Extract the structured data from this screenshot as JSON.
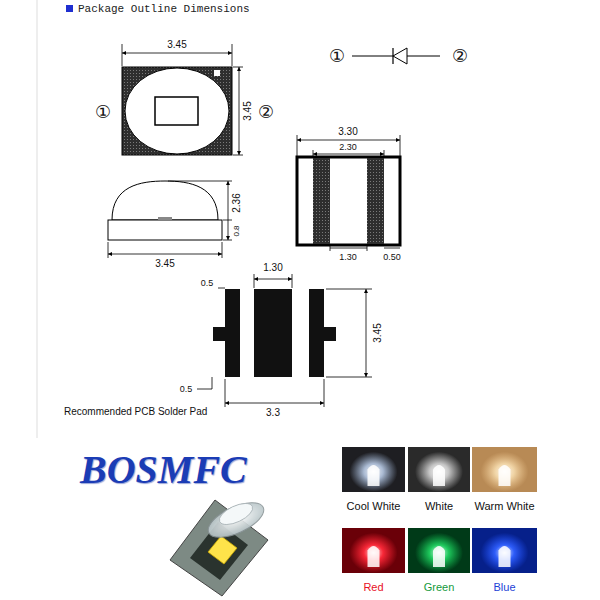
{
  "diagram": {
    "title": "Package Outline Dimensions",
    "nodes": [
      {
        "text": [
          "Cool White"
        ]
      },
      {
        "text": [
          "White"
        ]
      },
      {
        "text": [
          "Warm White"
        ]
      },
      {
        "text": [
          "Red"
        ]
      },
      {
        "text": [
          "Green"
        ]
      },
      {
        "text": [
          "Blue"
        ]
      }
    ],
    "labels": [
      "3.45",
      "3.45",
      "①",
      "②",
      "①",
      "②",
      "2.36",
      "0.8",
      "3.45",
      "3.30",
      "2.30",
      "1.30",
      "0.50",
      "1.30",
      "0.5",
      "3.45",
      "0.5",
      "3.3",
      "Recommended PCB Solder Pad",
      "BOSMFC"
    ]
  }
}
